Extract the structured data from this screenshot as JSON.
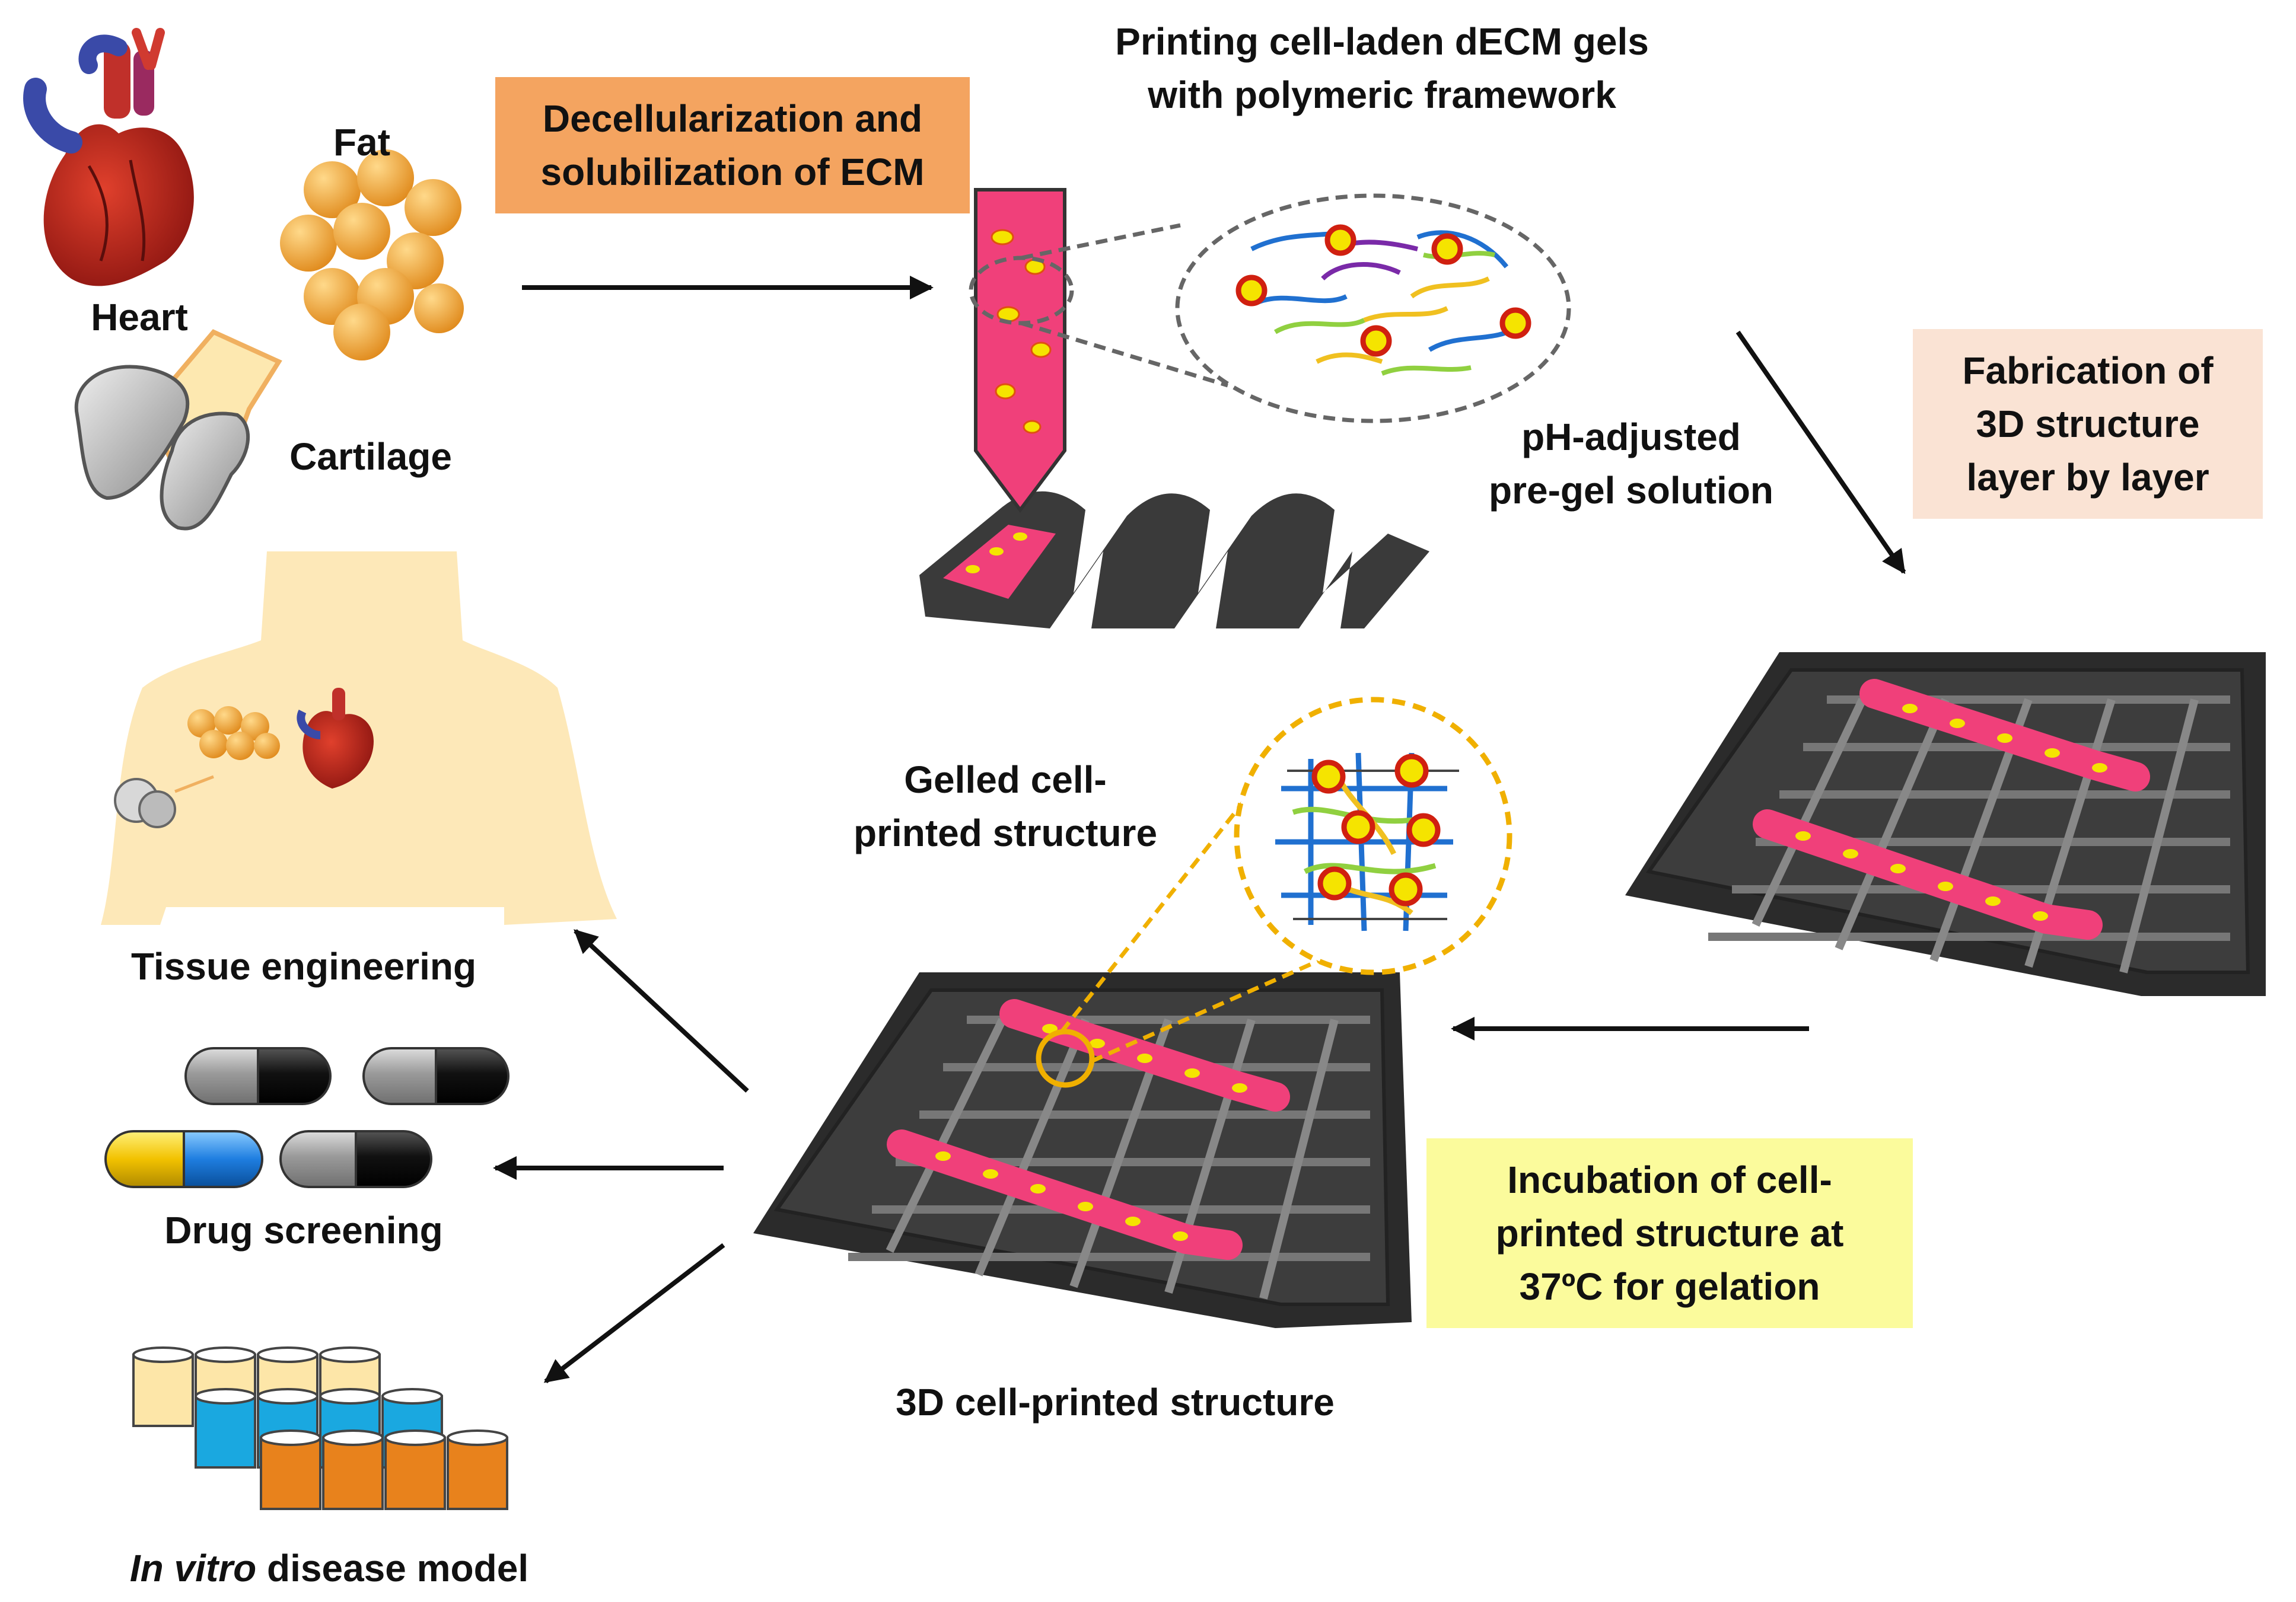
{
  "sources": {
    "heart": "Heart",
    "fat": "Fat",
    "cartilage": "Cartilage"
  },
  "steps": {
    "decell": {
      "lines": [
        "Decellularization and",
        "solubilization of ECM"
      ],
      "color": "#f4a460"
    },
    "printing": {
      "lines": [
        "Printing cell-laden dECM gels",
        "with polymeric framework"
      ]
    },
    "pregel": {
      "lines": [
        "pH-adjusted",
        "pre-gel solution"
      ]
    },
    "fabrication": {
      "lines": [
        "Fabrication of",
        "3D structure",
        "layer by layer"
      ],
      "color": "#fae3d4"
    },
    "gelled": {
      "lines": [
        "Gelled cell-",
        "printed structure"
      ]
    },
    "incubation": {
      "lines": [
        "Incubation of cell-",
        "printed structure at",
        "37ºC for gelation"
      ],
      "color": "#fbfb9c"
    },
    "structure": {
      "label": "3D cell-printed structure"
    }
  },
  "applications": {
    "tissue": "Tissue engineering",
    "drug": "Drug screening",
    "disease_italic": "In vitro",
    "disease_rest": " disease model"
  },
  "colors": {
    "dECM_pink": "#f0407a",
    "cell_yellow": "#f5e400",
    "cell_red": "#e03018",
    "frame_gray": "#444444",
    "body_skin": "#fde8b8",
    "zoom_ring": "#f0b000"
  }
}
